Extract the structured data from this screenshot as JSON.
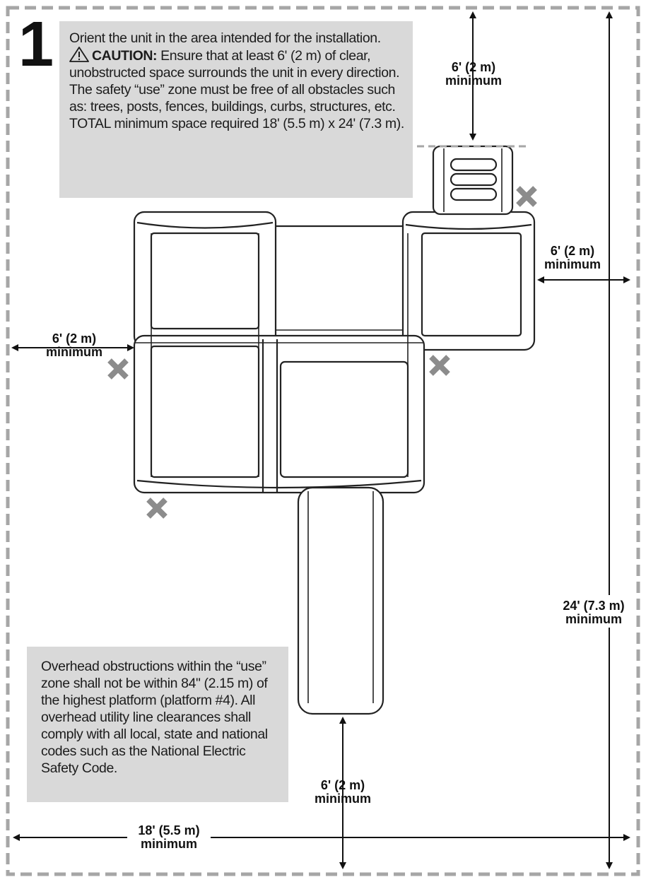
{
  "step": {
    "number": "1"
  },
  "notes": {
    "orientation": {
      "line1": "Orient the unit in the area intended for the installation.",
      "caution_word": "CAUTION:",
      "caution_text": "Ensure that at least 6' (2 m) of clear, unobstructed space surrounds the unit in every direction. The safety “use” zone must be free of all obstacles such as: trees, posts, fences, buildings, curbs, structures, etc.",
      "total_space": "TOTAL minimum space required 18' (5.5 m) x 24' (7.3 m)."
    },
    "overhead": {
      "text": "Overhead obstructions within the “use” zone shall not be within 84\" (2.15 m) of the highest platform (platform #4). All overhead utility line clearances shall comply with all local, state and national codes such as the National Electric Safety Code."
    }
  },
  "dimensions": {
    "top": {
      "value": "6' (2 m)",
      "qualifier": "minimum"
    },
    "right": {
      "value": "6' (2 m)",
      "qualifier": "minimum"
    },
    "left": {
      "value": "6' (2 m)",
      "qualifier": "minimum"
    },
    "bottom": {
      "value": "6' (2 m)",
      "qualifier": "minimum"
    },
    "total_width": {
      "value": "18' (5.5 m)",
      "qualifier": "minimum"
    },
    "total_length": {
      "value": "24' (7.3 m)",
      "qualifier": "minimum"
    }
  },
  "colors": {
    "zone_border": "#a6a6a6",
    "note_background": "#d9d9d9",
    "unit_stroke": "#222222",
    "x_marker": "#8c8c8c"
  },
  "icons": [
    "warning-triangle-icon",
    "x-marker-icon"
  ]
}
